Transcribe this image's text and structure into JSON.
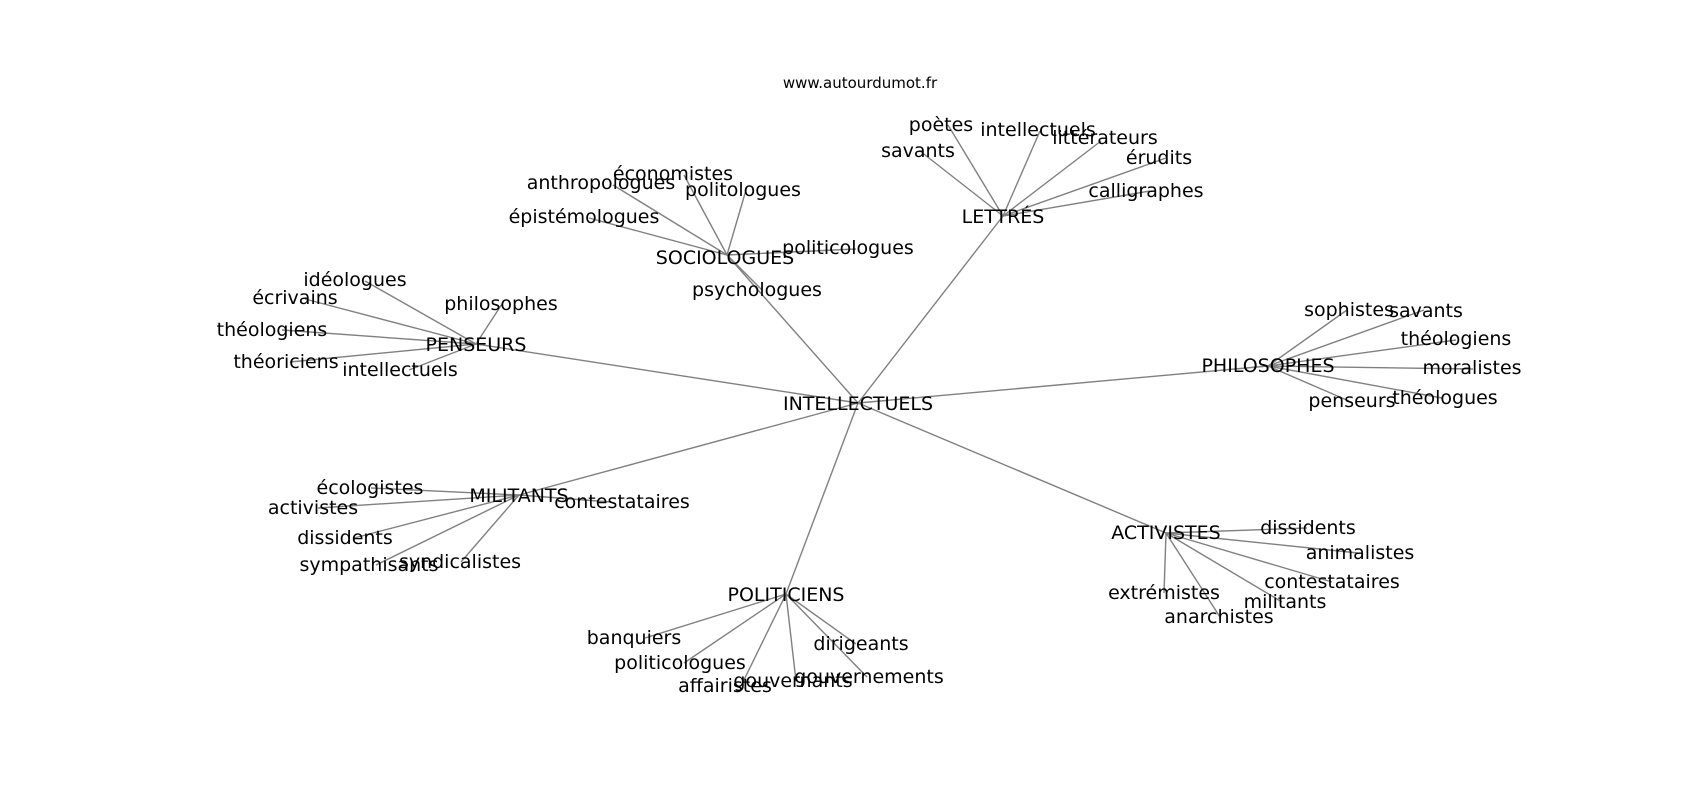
{
  "site": "www.autourdumot.fr",
  "center": "INTELLECTUELS",
  "groups": [
    {
      "name": "LETTRÉS",
      "children": [
        "poètes",
        "intellectuels",
        "littérateurs",
        "érudits",
        "calligraphes",
        "savants"
      ]
    },
    {
      "name": "SOCIOLOGUES",
      "children": [
        "économistes",
        "anthropologues",
        "politologues",
        "épistémologues",
        "politicologues",
        "psychologues"
      ]
    },
    {
      "name": "PENSEURS",
      "children": [
        "idéologues",
        "écrivains",
        "théologiens",
        "théoriciens",
        "intellectuels",
        "philosophes"
      ]
    },
    {
      "name": "PHILOSOPHES",
      "children": [
        "sophistes",
        "savants",
        "théologiens",
        "moralistes",
        "théologues",
        "penseurs"
      ]
    },
    {
      "name": "MILITANTS",
      "children": [
        "écologistes",
        "activistes",
        "dissidents",
        "sympathisants",
        "syndicalistes",
        "contestataires"
      ]
    },
    {
      "name": "ACTIVISTES",
      "children": [
        "dissidents",
        "animalistes",
        "contestataires",
        "militants",
        "anarchistes",
        "extrémistes"
      ]
    },
    {
      "name": "POLITICIENS",
      "children": [
        "banquiers",
        "politicologues",
        "affairistes",
        "gouvernants",
        "gouvernements",
        "dirigeants"
      ]
    }
  ]
}
